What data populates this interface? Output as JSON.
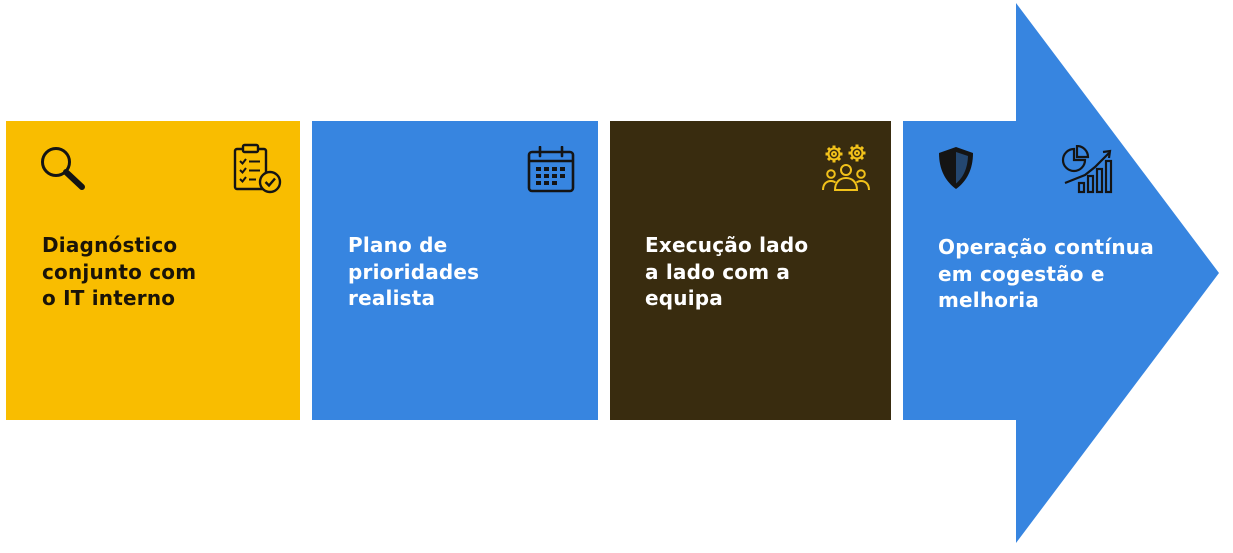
{
  "colors": {
    "yellow": "#f9bd00",
    "blue": "#3785e0",
    "dark_brown": "#392c0f",
    "gold_icon": "#f2c21a",
    "icon_dark": "#141414",
    "text_dark": "#1a1408",
    "text_light": "#ffffff"
  },
  "steps": [
    {
      "label": "Diagnóstico\nconjunto com\no IT interno",
      "icons": [
        "magnifier-icon",
        "clipboard-check-icon"
      ]
    },
    {
      "label": "Plano de\nprioridades\nrealista",
      "icons": [
        "calendar-icon"
      ]
    },
    {
      "label": "Execução lado\na lado com a\nequipa",
      "icons": [
        "team-gears-icon"
      ]
    },
    {
      "label": "Operação contínua\nem cogestão e\nmelhoria",
      "icons": [
        "shield-icon",
        "pie-growth-chart-icon"
      ]
    }
  ]
}
